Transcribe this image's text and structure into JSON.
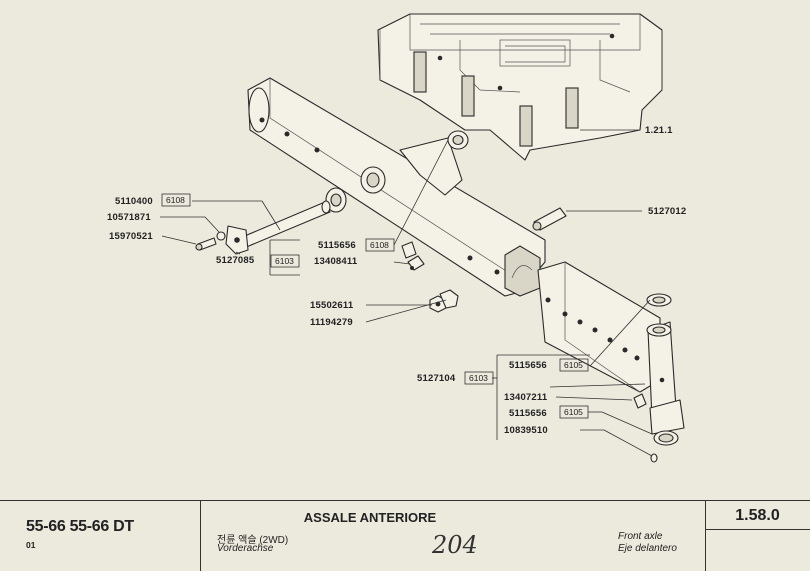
{
  "callouts": {
    "p_1_21_1": "1.21.1",
    "p_5127012": "5127012",
    "p_5110400": "5110400",
    "p_5110400_box": "6108",
    "p_10571871": "10571871",
    "p_15970521": "15970521",
    "p_5127085": "5127085",
    "p_5127085_box": "6103",
    "p_5115656_a": "5115656",
    "p_5115656_a_box": "6108",
    "p_13408411": "13408411",
    "p_15502611": "15502611",
    "p_11194279": "11194279",
    "p_5127104": "5127104",
    "p_5127104_box": "6103",
    "p_5115656_b": "5115656",
    "p_5115656_b_box": "6105",
    "p_13407211": "13407211",
    "p_5115656_c": "5115656",
    "p_5115656_c_box": "6105",
    "p_10839510": "10839510"
  },
  "title_block": {
    "model": "55-66  55-66 DT",
    "version": "01",
    "title_it": "ASSALE ANTERIORE",
    "title_ko": "전륜 액슬 (2WD)",
    "title_de": "Vorderachse",
    "title_en": "Front axle",
    "title_es": "Eje delantero",
    "handwritten_note": "204",
    "page": "1.58.0"
  }
}
